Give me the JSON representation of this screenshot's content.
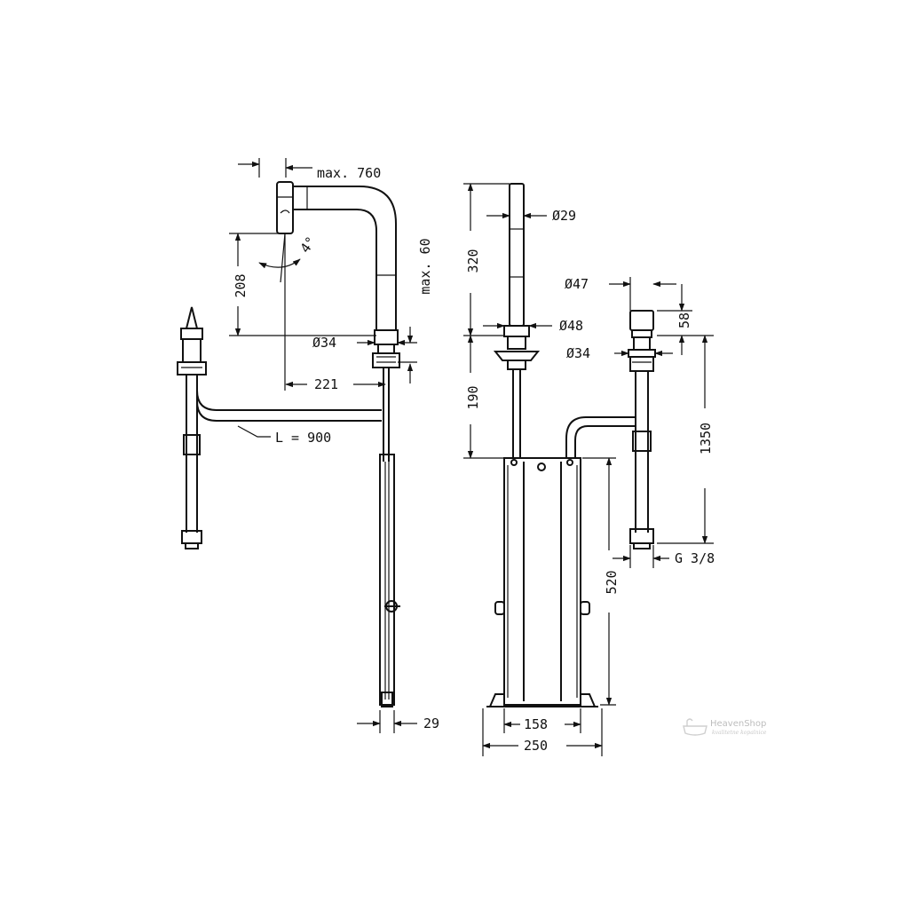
{
  "dimensions": {
    "max_reach": "max. 760",
    "spout_diameter": "Ø29",
    "handle_diameter": "Ø47",
    "pullout_height": "208",
    "spray_angle": "4°",
    "max_deck": "max. 60",
    "spout_height": "320",
    "rosette_diameter": "Ø48",
    "lever_height": "58",
    "base_diameter_left": "Ø34",
    "base_diameter_right": "Ø34",
    "projection": "221",
    "hose_length": "L = 900",
    "below_deck": "190",
    "total_height": "1350",
    "box_height": "520",
    "connection": "G 3/8",
    "box_inner_width": "158",
    "box_outer_width": "250",
    "weight_width": "29"
  },
  "watermark": {
    "brand": "HeavenShop",
    "tagline": "kvalitetne kopalnice"
  }
}
